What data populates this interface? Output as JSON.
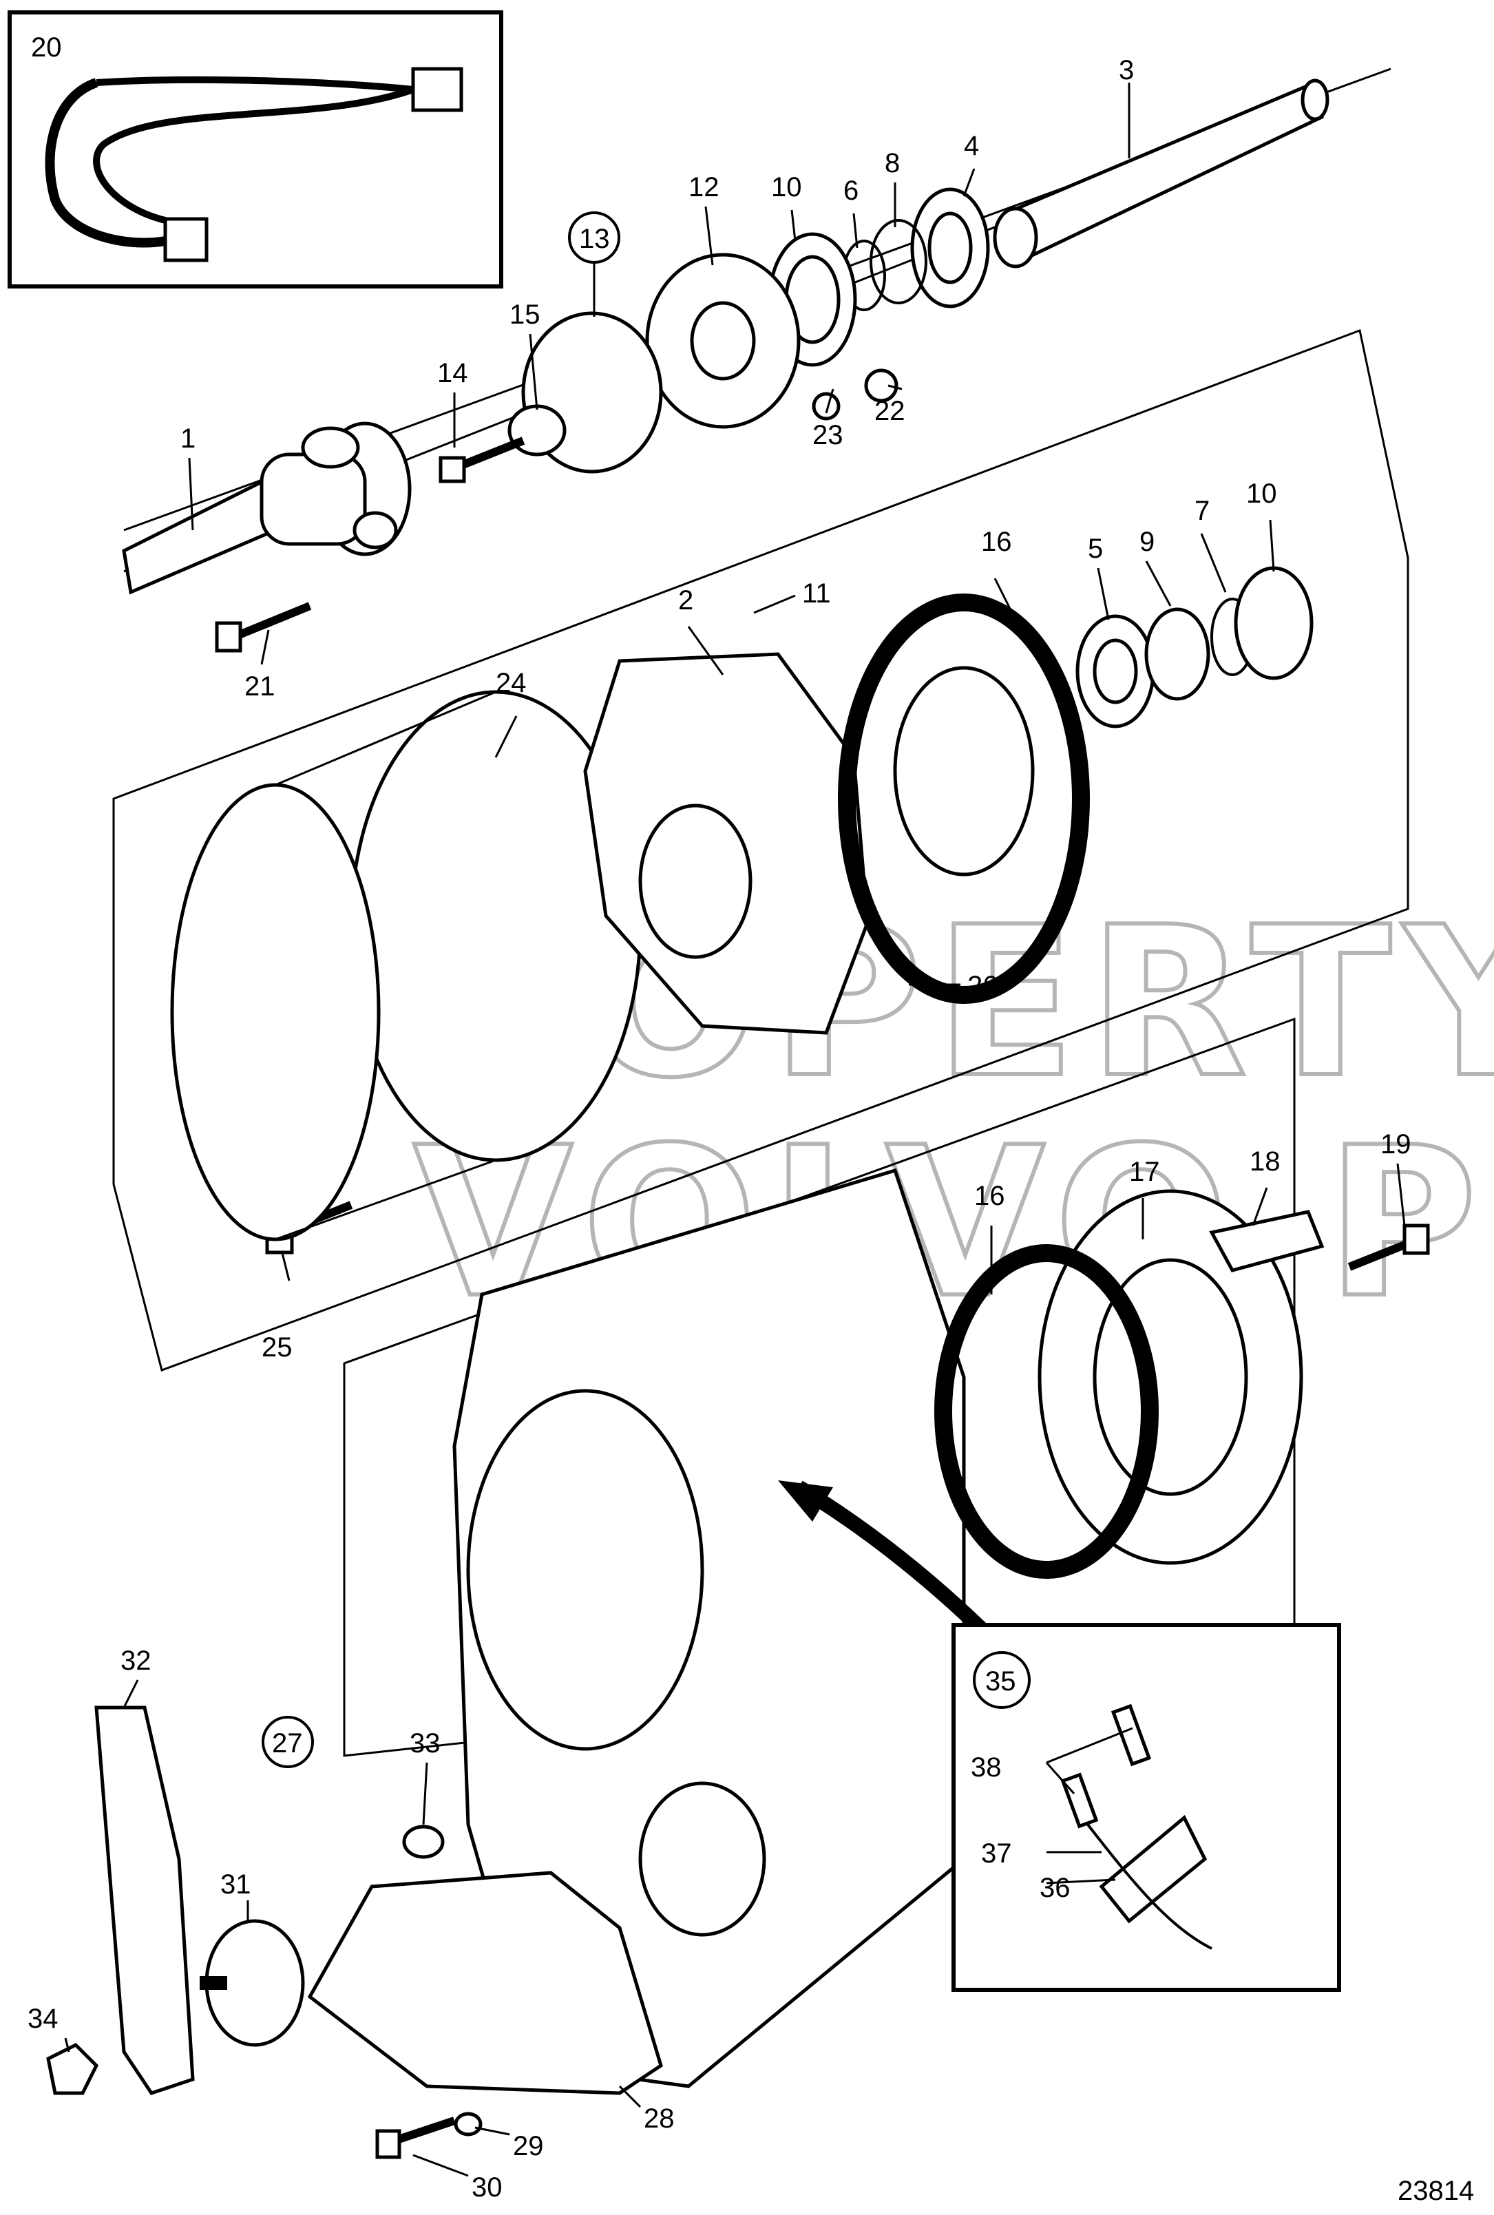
{
  "drawing_number": "23814",
  "watermark": {
    "line1": "PROPERTY OF",
    "line2": "VOLVO PENTA"
  },
  "colors": {
    "line": "#000000",
    "background": "#ffffff",
    "watermark": "#b5b5b5"
  },
  "labels": {
    "p1": "1",
    "p2": "2",
    "p3": "3",
    "p4": "4",
    "p5": "5",
    "p6": "6",
    "p7": "7",
    "p8": "8",
    "p9": "9",
    "p10a": "10",
    "p10b": "10",
    "p11": "11",
    "p12": "12",
    "p13": "13",
    "p14": "14",
    "p15": "15",
    "p16a": "16",
    "p16b": "16",
    "p17": "17",
    "p18": "18",
    "p19": "19",
    "p20": "20",
    "p21": "21",
    "p22": "22",
    "p23": "23",
    "p24": "24",
    "p25": "25",
    "p26": "26",
    "p27": "27",
    "p28": "28",
    "p29": "29",
    "p30": "30",
    "p31": "31",
    "p32": "32",
    "p33": "33",
    "p34": "34",
    "p35": "35",
    "p36": "36",
    "p37": "37",
    "p38": "38"
  }
}
